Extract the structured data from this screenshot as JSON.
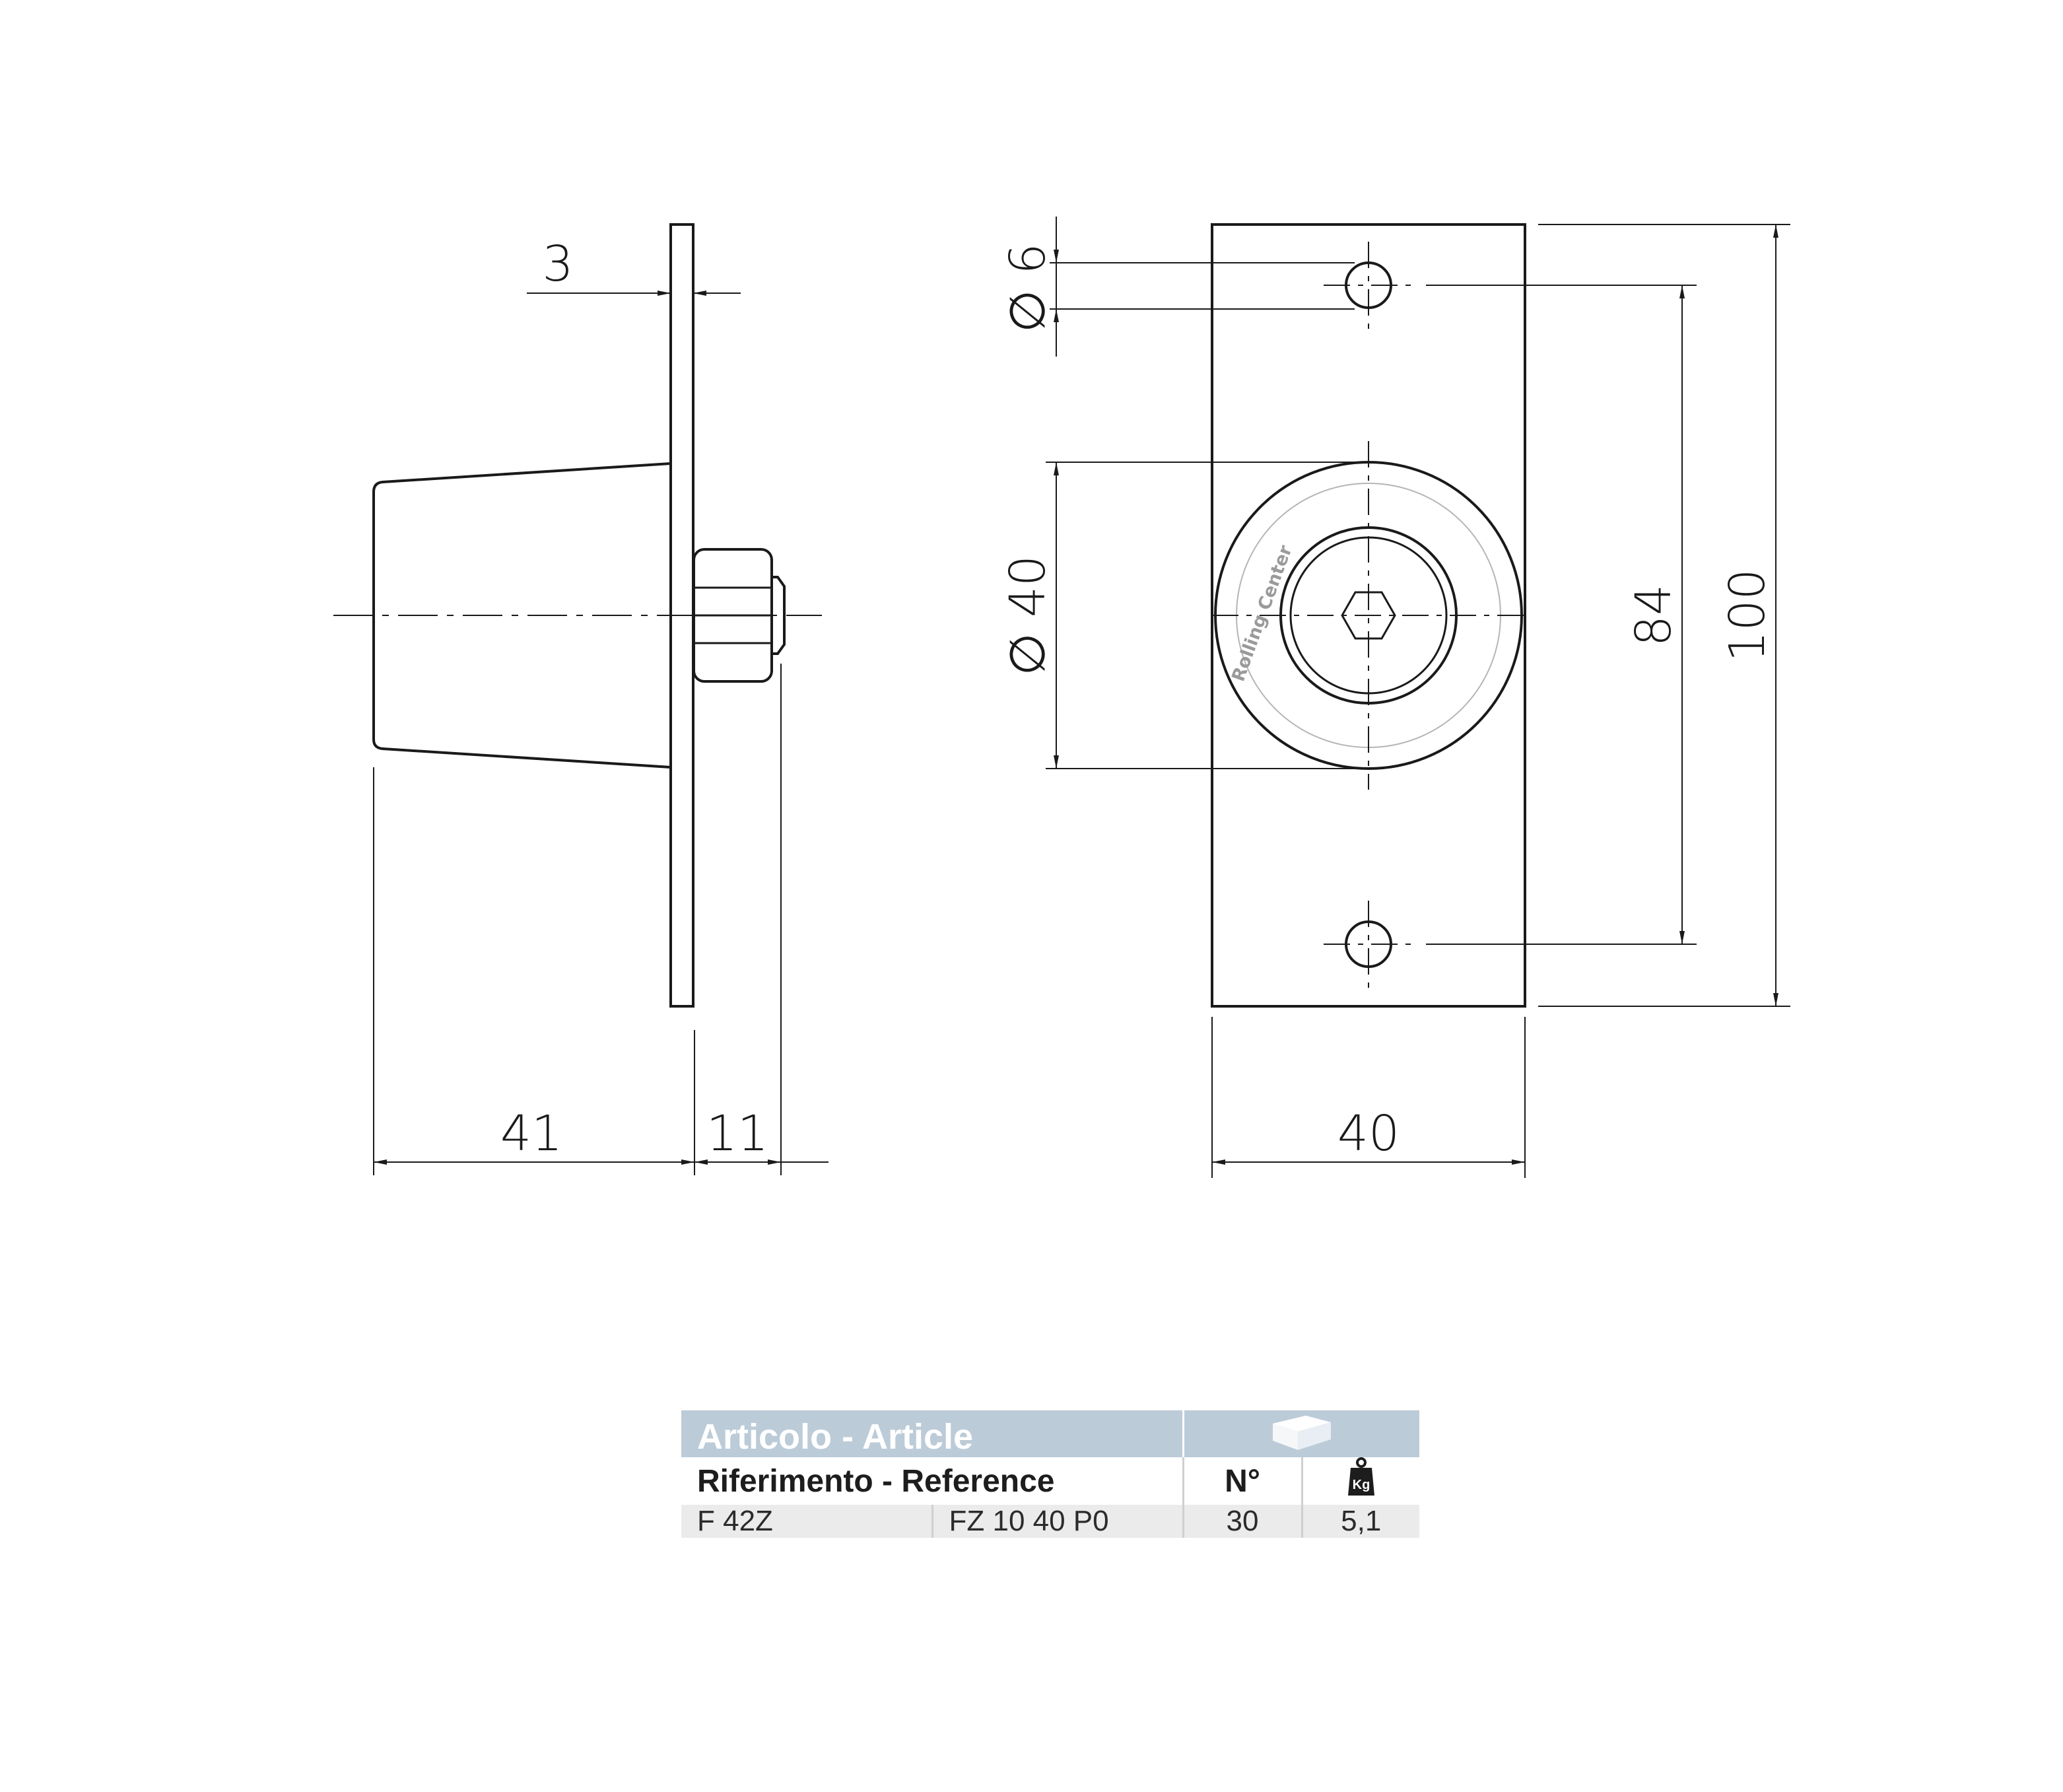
{
  "dimensions": {
    "plate_thickness": "3",
    "body_length": "41",
    "nut_length": "11",
    "hole_diameter": "6",
    "wheel_diameter": "40",
    "hole_spacing": "84",
    "plate_height": "100",
    "plate_width": "40",
    "diameter_symbol": "∅"
  },
  "wheel_marking": "Rolling Center",
  "table": {
    "article_header": "Articolo - Article",
    "reference_header": "Riferimento - Reference",
    "package_icon": "box-icon",
    "qty_header": "N°",
    "weight_icon": "weight-kg-icon",
    "weight_icon_text": "Kg",
    "rows": [
      {
        "article": "F 42Z",
        "reference": "FZ 10 40 P0",
        "qty": "30",
        "weight": "5,1"
      }
    ]
  },
  "colors": {
    "header_bg": "#bccbd8",
    "row_bg": "#ebebeb",
    "line": "#1a1a1a"
  }
}
